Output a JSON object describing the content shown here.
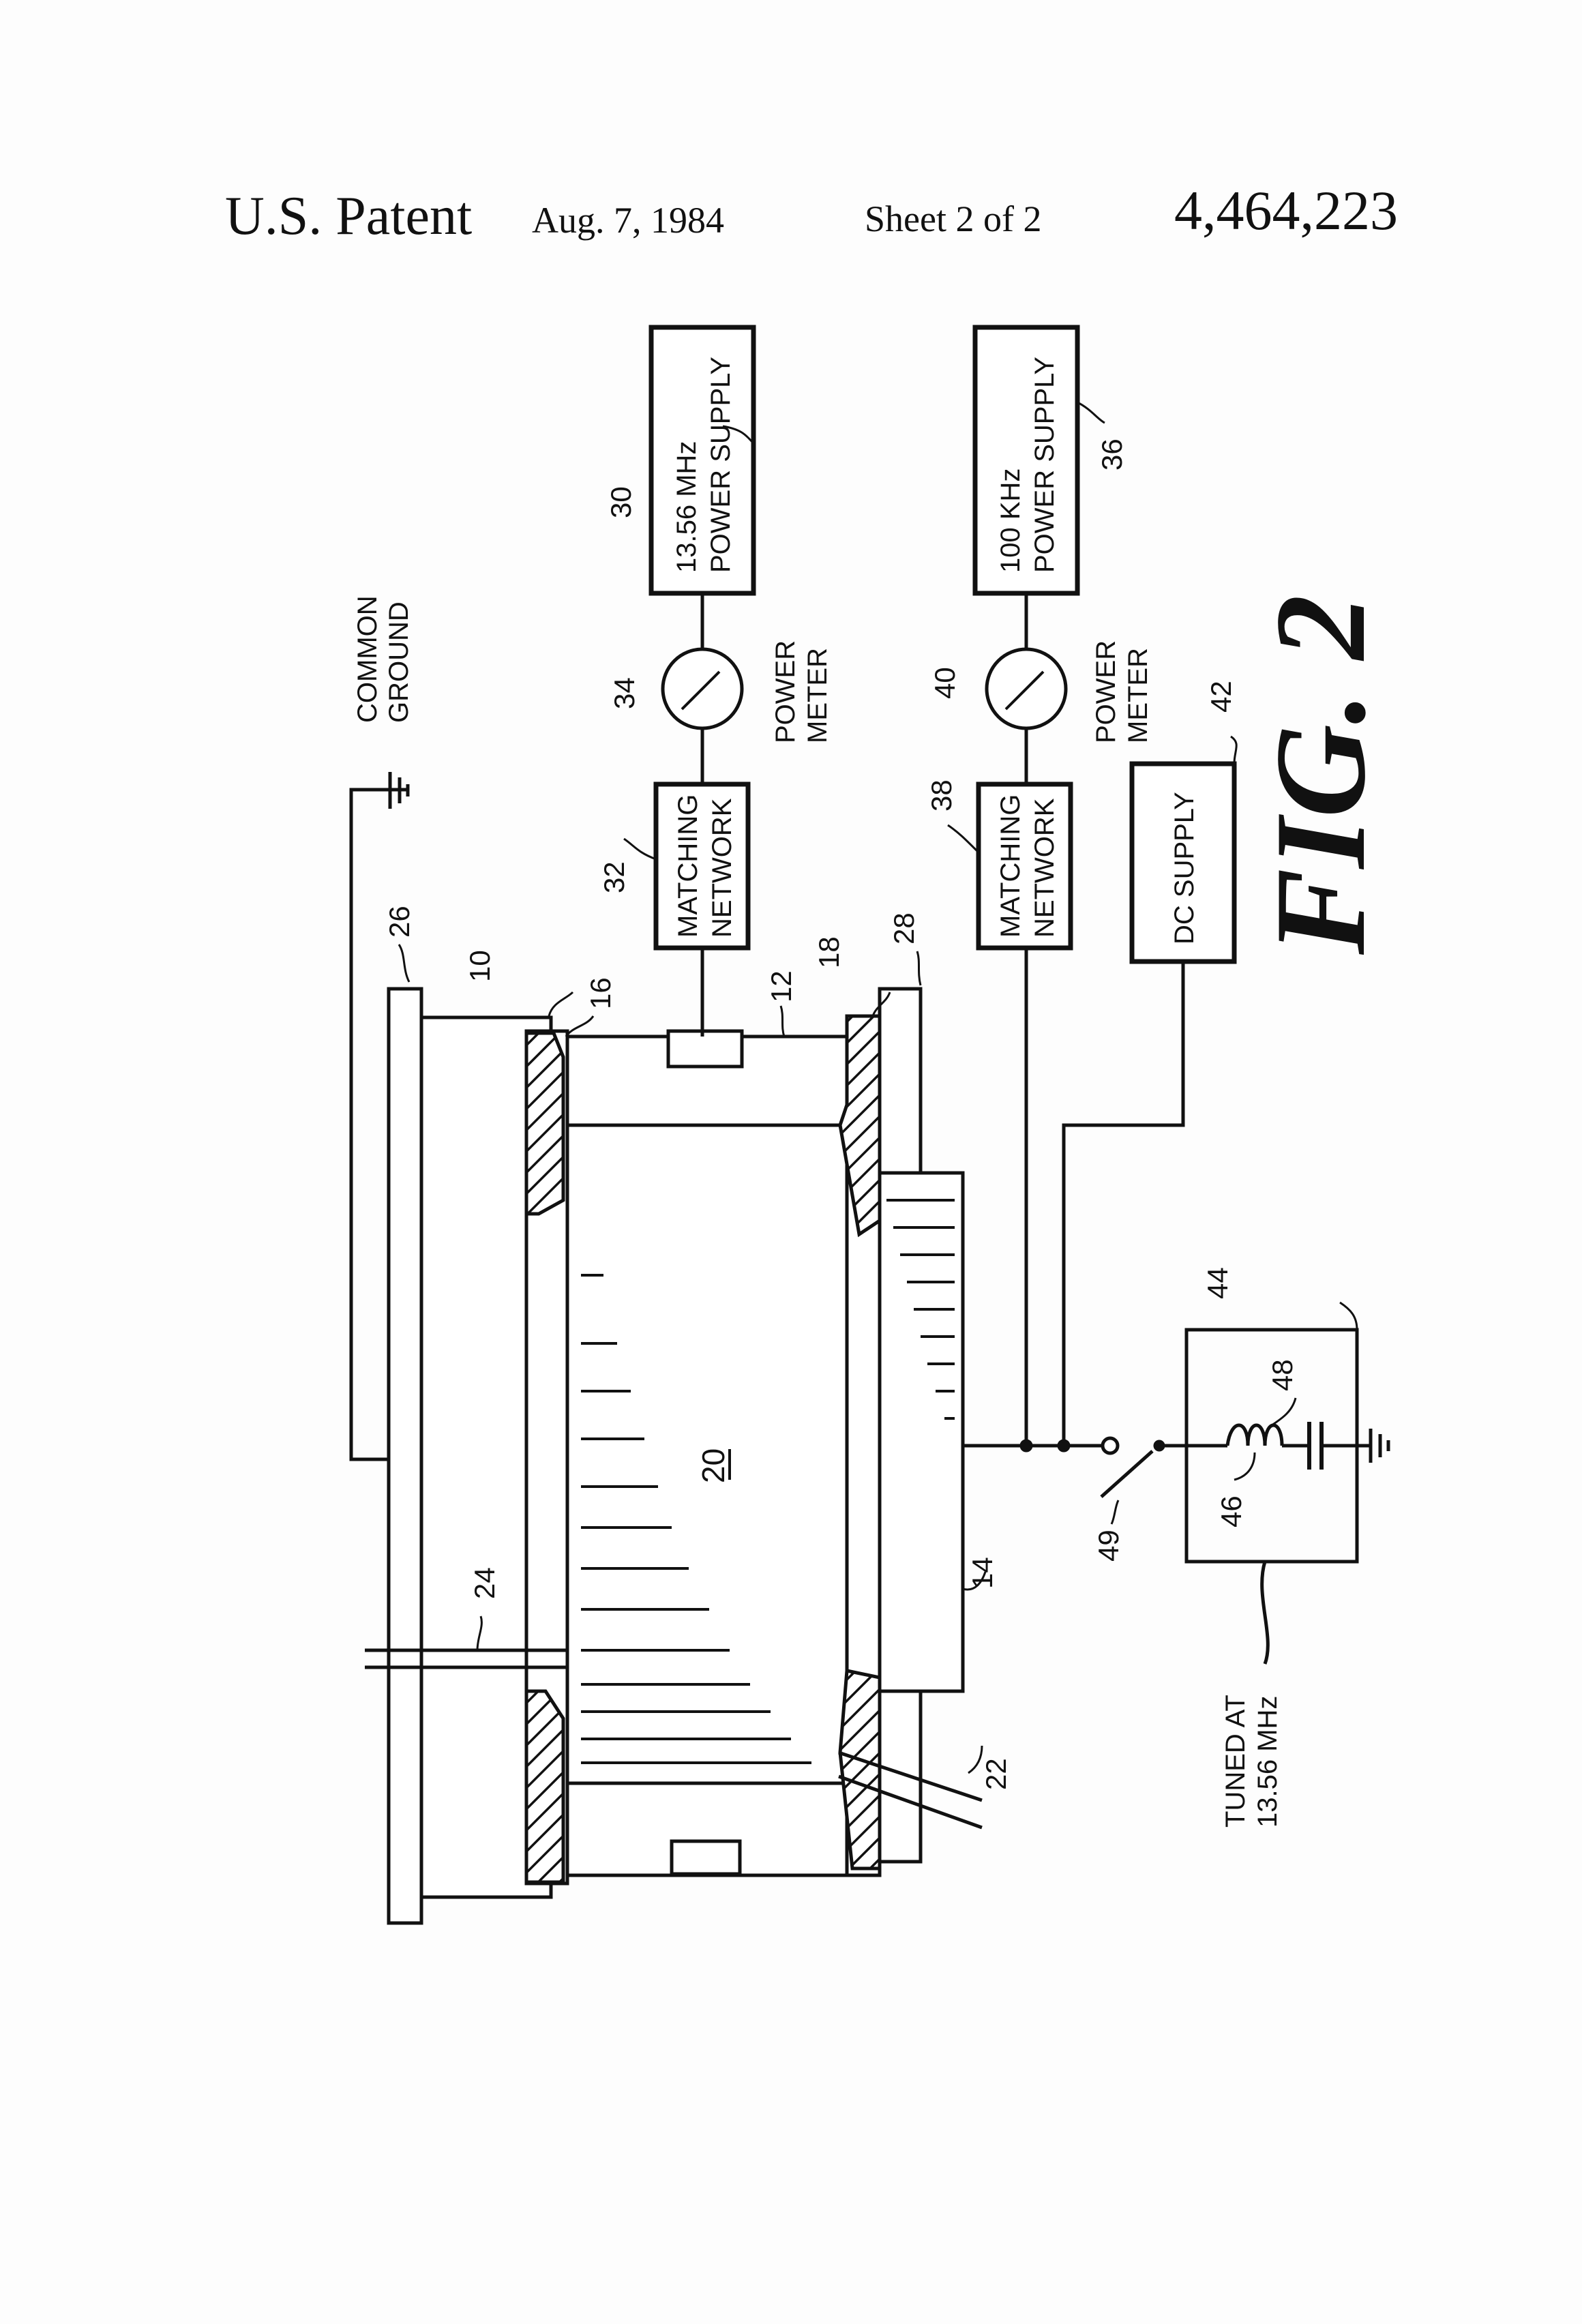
{
  "header": {
    "title": "U.S. Patent",
    "date": "Aug. 7, 1984",
    "sheet": "Sheet 2 of 2",
    "patent_number": "4,464,223"
  },
  "figure": {
    "caption": "FIG. 2",
    "center_label": "20",
    "boxes": {
      "supply_1356": [
        "13.56 MHz",
        "POWER SUPPLY"
      ],
      "supply_100k": [
        "100 KHz",
        "POWER SUPPLY"
      ],
      "matching_top": [
        "MATCHING",
        "NETWORK"
      ],
      "matching_bottom": [
        "MATCHING",
        "NETWORK"
      ],
      "dc_supply": [
        "DC SUPPLY"
      ]
    },
    "labels": {
      "common_ground": [
        "COMMON",
        "GROUND"
      ],
      "power_meter_top": [
        "POWER",
        "METER"
      ],
      "power_meter_bottom": [
        "POWER",
        "METER"
      ],
      "tuned_at": [
        "TUNED AT",
        "13.56 MHz"
      ]
    },
    "refs": {
      "r10": "10",
      "r12": "12",
      "r14": "14",
      "r16": "16",
      "r18": "18",
      "r22": "22",
      "r24": "24",
      "r26": "26",
      "r28": "28",
      "r30": "30",
      "r32": "32",
      "r34": "34",
      "r36": "36",
      "r38": "38",
      "r40": "40",
      "r42": "42",
      "r44": "44",
      "r46": "46",
      "r48": "48",
      "r49": "49"
    }
  }
}
